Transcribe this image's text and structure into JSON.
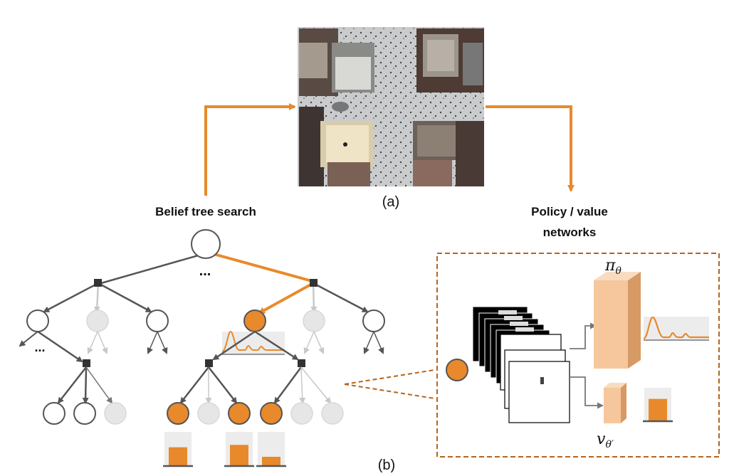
{
  "panel_a": {
    "caption": "(a)",
    "scene": "aerial-city-street-with-pedestrians"
  },
  "panel_b": {
    "caption": "(b)",
    "tree_label": "Belief tree search",
    "network_label_line1": "Policy / value",
    "network_label_line2": "networks",
    "ellipsis": "..."
  },
  "network": {
    "policy_symbol": "π",
    "policy_sub": "θ",
    "value_symbol": "v",
    "value_sub": "θ′"
  },
  "colors": {
    "accent": "#e88a2c",
    "node_fill_active": "#e8892c",
    "node_gray": "#e6e6e6",
    "edge_dark": "#555555",
    "edge_light": "#c8c8c8",
    "box_front": "#f6c79c",
    "box_side": "#d89a64",
    "dashed_border": "#b5651d"
  },
  "value_bars": [
    0.55,
    0.62,
    0.27
  ],
  "value_output": 0.66
}
